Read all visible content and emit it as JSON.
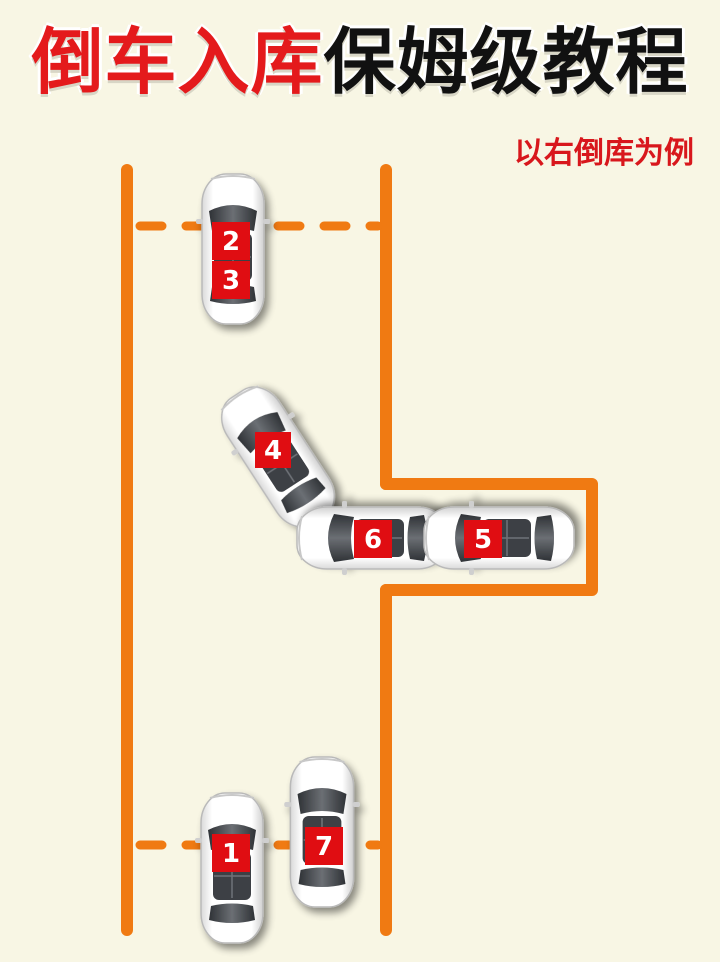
{
  "title": {
    "part1": "倒车入库",
    "part2": "保姆级教程"
  },
  "subtitle": "以右倒库为例",
  "colors": {
    "background": "#f8f6e4",
    "line": "#f07a12",
    "title_red": "#e41a1c",
    "title_black": "#111111",
    "badge": "#e00d12"
  },
  "cars": [
    {
      "id": "car-1",
      "labels": [
        "1"
      ]
    },
    {
      "id": "car-23",
      "labels": [
        "2",
        "3"
      ]
    },
    {
      "id": "car-4",
      "labels": [
        "4"
      ]
    },
    {
      "id": "car-5",
      "labels": [
        "5"
      ]
    },
    {
      "id": "car-6",
      "labels": [
        "6"
      ]
    },
    {
      "id": "car-7",
      "labels": [
        "7"
      ]
    }
  ]
}
